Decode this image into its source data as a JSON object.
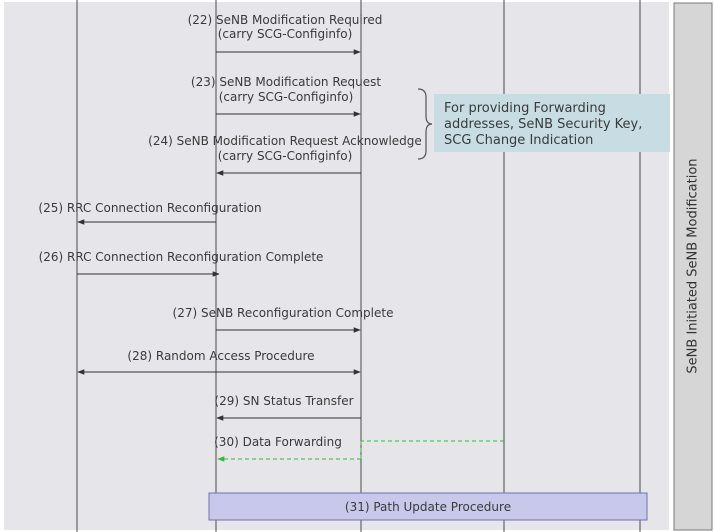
{
  "messages": [
    {
      "line1": "(22) SeNB Modification Required",
      "line2": "(carry SCG-Configinfo)"
    },
    {
      "line1": "(23) SeNB Modification Request",
      "line2": "(carry SCG-Configinfo)"
    },
    {
      "line1": "(24) SeNB Modification Request Acknowledge",
      "line2": "(carry SCG-Configinfo)"
    },
    {
      "line1": "(25) RRC Connection Reconfiguration"
    },
    {
      "line1": "(26) RRC Connection Reconfiguration Complete"
    },
    {
      "line1": "(27) SeNB Reconfiguration Complete"
    },
    {
      "line1": "(28) Random Access Procedure"
    },
    {
      "line1": "(29) SN Status Transfer"
    },
    {
      "line1": "(30) Data Forwarding"
    }
  ],
  "note": {
    "lines": [
      "For providing Forwarding",
      "addresses, SeNB Security Key,",
      "SCG Change Indication"
    ]
  },
  "procedure_box": {
    "label": "(31) Path Update Procedure"
  },
  "side_label": "SeNB Initiated SeNB Modification",
  "colors": {
    "background": "#e6e6ea",
    "lifeline": "#4a4a4a",
    "arrow": "#333333",
    "forwarding_arrow": "#33bb33",
    "note_fill": "#c8dde3",
    "procedure_fill": "#c8c8ea",
    "procedure_border": "#7070b8",
    "side_panel_fill": "#d6d6d6"
  }
}
